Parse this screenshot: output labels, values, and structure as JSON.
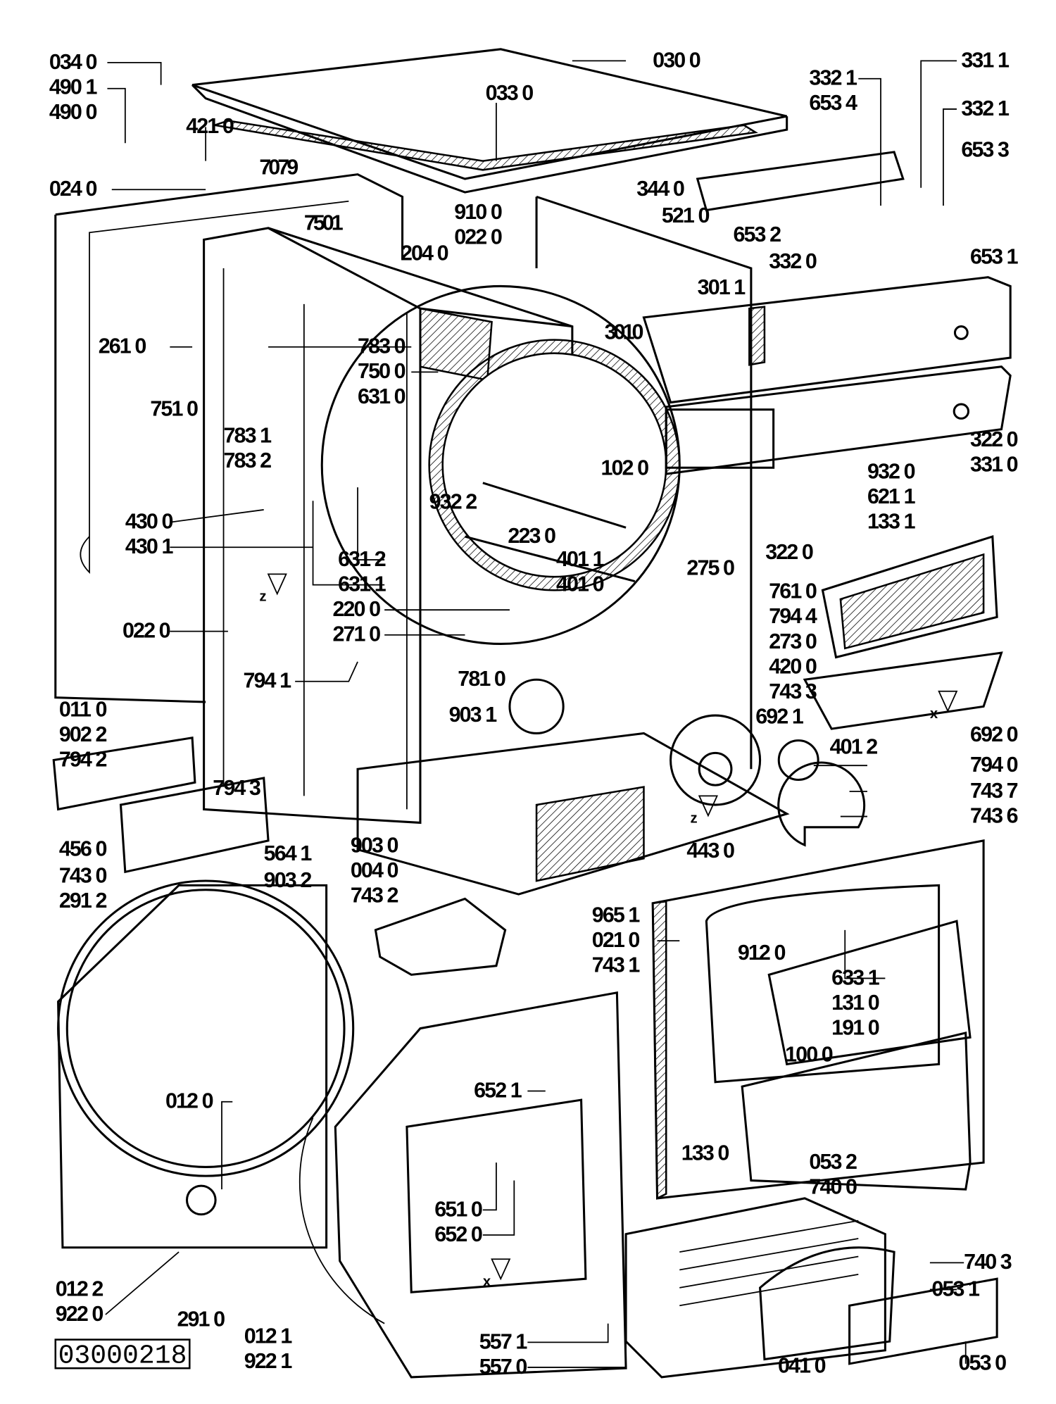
{
  "diagram_id": "03000218",
  "part_labels": [
    "034 0",
    "490 1",
    "490 0",
    "421 0",
    "024 0",
    "7079",
    "030 0",
    "033 0",
    "332 1",
    "653 4",
    "331 1",
    "332 1",
    "653 3",
    "344 0",
    "910 0",
    "022 0",
    "521 0",
    "653 2",
    "332 0",
    "653 1",
    "7501",
    "204 0",
    "301 1",
    "261 0",
    "783 0",
    "750 0",
    "631 0",
    "3010",
    "751 0",
    "783 1",
    "783 2",
    "102 0",
    "932 2",
    "430 0",
    "430 1",
    "223 0",
    "631 2",
    "631 1",
    "401 1",
    "401 0",
    "275 0",
    "322 0",
    "932 0",
    "621 1",
    "133 1",
    "322 0",
    "331 0",
    "220 0",
    "271 0",
    "022 0",
    "761 0",
    "794 4",
    "273 0",
    "420 0",
    "743 3",
    "794 1",
    "781 0",
    "692 1",
    "903 1",
    "692 0",
    "401 2",
    "794 0",
    "011 0",
    "902 2",
    "794 2",
    "794 3",
    "743 7",
    "743 6",
    "456 0",
    "564 1",
    "903 2",
    "443 0",
    "903 0",
    "004 0",
    "743 2",
    "743 0",
    "291 2",
    "965 1",
    "021 0",
    "743 1",
    "912 0",
    "633 1",
    "131 0",
    "191 0",
    "100 0",
    "652 1",
    "012 0",
    "133 0",
    "053 2",
    "740 0",
    "651 0",
    "652 0",
    "740 3",
    "012 2",
    "922 0",
    "291 0",
    "053 1",
    "557 1",
    "557 0",
    "041 0",
    "053 0",
    "012 1",
    "922 1"
  ],
  "axis_markers": [
    "z",
    "z",
    "x",
    "x"
  ]
}
